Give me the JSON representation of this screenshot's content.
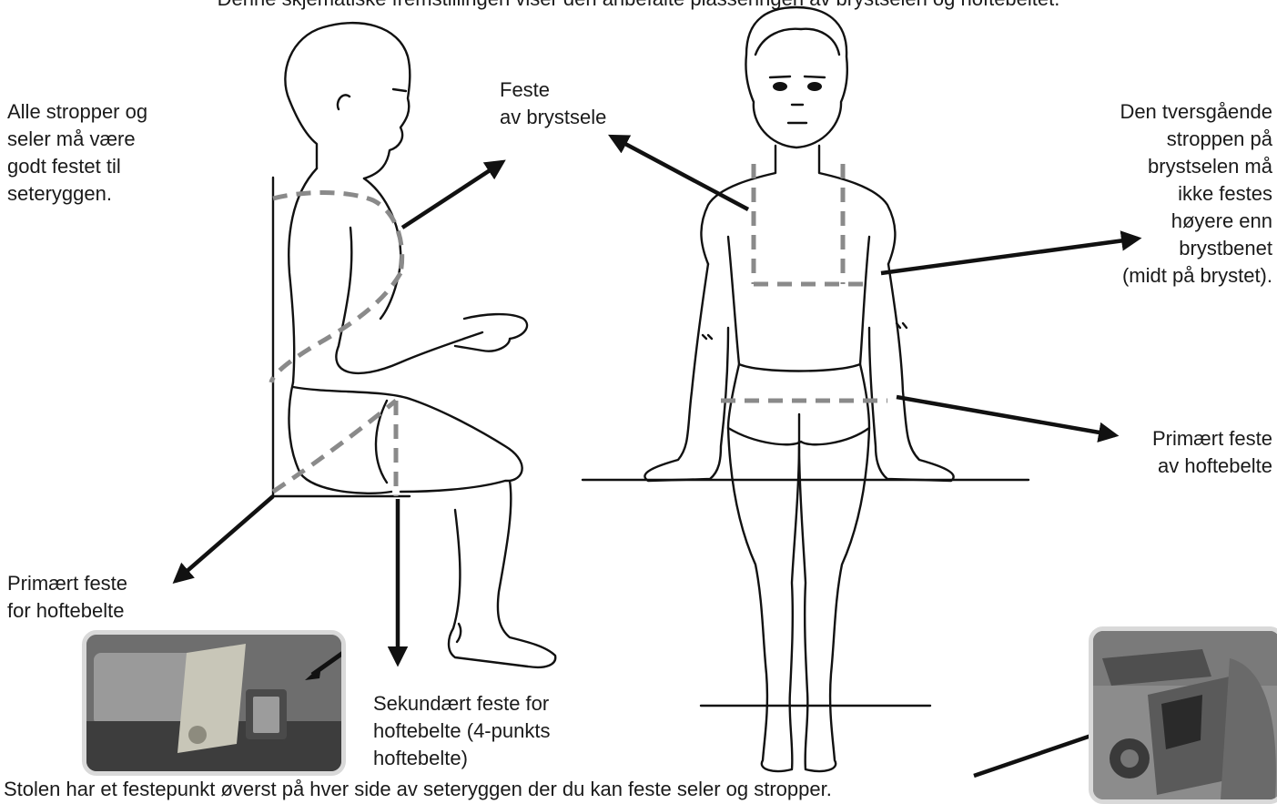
{
  "caption": {
    "top": "Denne skjematiske fremstillingen viser den anbefalte plasseringen av brystselen og hoftebeltet.",
    "bottom": "Stolen har et festepunkt øverst på hver side av seteryggen der du kan feste seler og stropper."
  },
  "labels": {
    "straps": [
      "Alle stropper og",
      "seler må være",
      "godt festet til",
      "seteryggen."
    ],
    "chest_attach": [
      "Feste",
      "av brystsele"
    ],
    "cross_strap": [
      "Den tversgående",
      "stroppen på",
      "brystselen må",
      "ikke festes",
      "høyere enn",
      "brystbenet",
      "(midt på brystet)."
    ],
    "primary_hip_right": [
      "Primært feste",
      "av hoftebelte"
    ],
    "primary_hip_left": [
      "Primært feste",
      "for hoftebelte"
    ],
    "secondary_hip": [
      "Sekundært feste for",
      "hoftebelte (4-punkts",
      "hoftebelte)"
    ]
  },
  "icons": {
    "side_figure": "seated-child-side-view",
    "front_figure": "seated-child-front-view",
    "photo_left": "belt-buckle-photo",
    "photo_right": "backrest-attachment-photo"
  }
}
